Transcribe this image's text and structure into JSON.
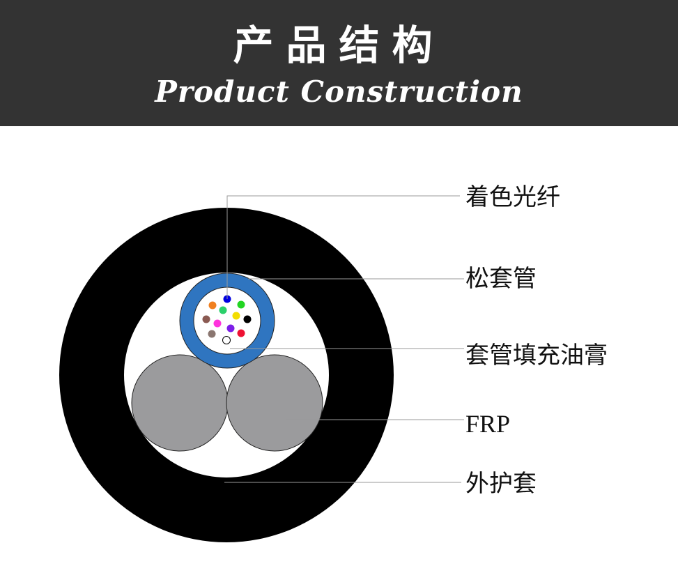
{
  "header": {
    "title": "产品结构",
    "subtitle": "Product Construction"
  },
  "labels": {
    "colored_fiber": "着色光纤",
    "loose_tube": "松套管",
    "tube_filling_gel": "套管填充油膏",
    "frp": "FRP",
    "outer_sheath": "外护套"
  },
  "colors": {
    "banner": "#333333",
    "outer_sheath": "#000000",
    "loose_tube": "#2f75c0",
    "frp": "#9b9b9d",
    "fibers": [
      "#0000e0",
      "#f08020",
      "#2ad06a",
      "#22d522",
      "#8a5a52",
      "#ff33dd",
      "#f3dd00",
      "#000000",
      "#8a7670",
      "#7d1fe8",
      "#ee1133",
      "#ffffff"
    ]
  }
}
